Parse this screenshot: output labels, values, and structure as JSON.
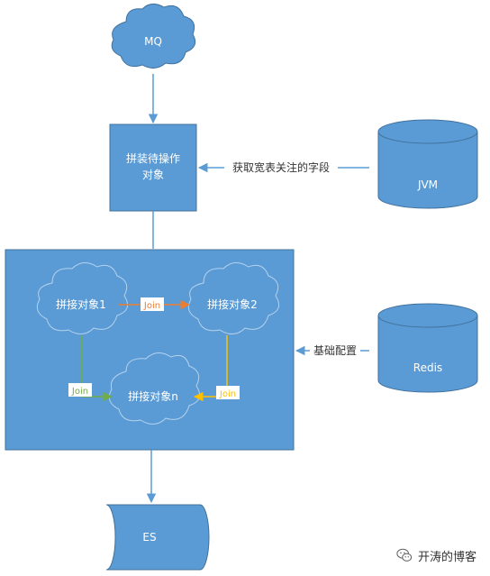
{
  "colors": {
    "fill": "#5b9bd5",
    "stroke": "#41719c",
    "edge": "#5b9bd5",
    "join_orange": "#ed7d31",
    "join_green": "#70ad47",
    "join_yellow": "#ffc000",
    "text_on_shape": "#ffffff",
    "text_dark": "#333333"
  },
  "nodes": {
    "mq": {
      "label": "MQ",
      "icon": "cloud-icon"
    },
    "assemble": {
      "line1": "拼装待操作",
      "line2": "对象"
    },
    "jvm": {
      "label": "JVM",
      "icon": "database-icon"
    },
    "redis": {
      "label": "Redis",
      "icon": "database-icon"
    },
    "obj1": {
      "label": "拼接对象1",
      "icon": "cloud-icon"
    },
    "obj2": {
      "label": "拼接对象2",
      "icon": "cloud-icon"
    },
    "objn": {
      "label": "拼接对象n",
      "icon": "cloud-icon"
    },
    "es": {
      "label": "ES",
      "icon": "storage-cylinder-icon"
    }
  },
  "edges": {
    "jvm_to_assemble": "获取宽表关注的字段",
    "redis_to_group": "基础配置",
    "join_1_2": "Join",
    "join_1_n": "Join",
    "join_2_n": "Join"
  },
  "watermark": {
    "text": "开涛的博客",
    "icon": "wechat-icon"
  }
}
